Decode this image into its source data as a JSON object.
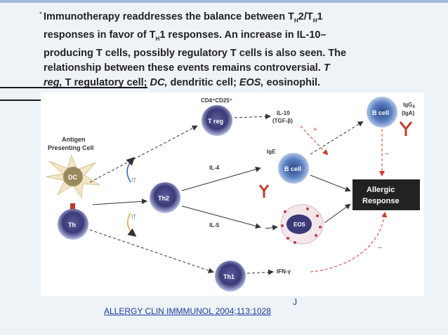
{
  "caption": {
    "l1a": "Immunotherapy readdresses the balance between T",
    "l1sub": "H",
    "l1b": "2/T",
    "l1sub2": "H",
    "l1c": "1",
    "l2a": "responses in favor of T",
    "l2sub": "H",
    "l2b": "1 responses. An increase in IL-10–",
    "l3": "producing T cells, possibly regulatory T cells is also seen. The",
    "l4a": "relationship between these events remains controversial. ",
    "l4b": "T",
    "l5a": "reg,",
    "l5b": " T regulatory cell; ",
    "l5c": "DC,",
    "l5d": " dendritic cell; ",
    "l5e": "EOS,",
    "l5f": " eosinophil."
  },
  "diagram": {
    "apc_label_1": "Antigen",
    "apc_label_2": "Presenting Cell",
    "dc": "DC",
    "th": "Th",
    "th2": "Th2",
    "th1": "Th1",
    "treg": "T reg",
    "treg_marker": "CD4⁺CD25⁺",
    "it_top": "IT",
    "it_bottom": "IT",
    "il10": "IL-10",
    "tgf": "(TGF-β)",
    "il4": "IL-4",
    "il5": "IL-5",
    "ifn": "IFN-γ",
    "ige": "IgE",
    "igg": "IgG",
    "igg_sub": "4",
    "iga": "(IgA)",
    "bcell_top": "B cell",
    "bcell_mid": "B cell",
    "eos": "EOS",
    "allergic_1": "Allergic",
    "allergic_2": "Response",
    "plus": "+",
    "minus1": "–",
    "minus2": "–"
  },
  "citation": {
    "text": "ALLERGY CLIN IMMMUNOL 2004;113:1028",
    "j": "J"
  },
  "colors": {
    "accent_blue": "#1b3a9c",
    "red_arrow": "#d23b2b",
    "allergic_box": "#222222"
  }
}
